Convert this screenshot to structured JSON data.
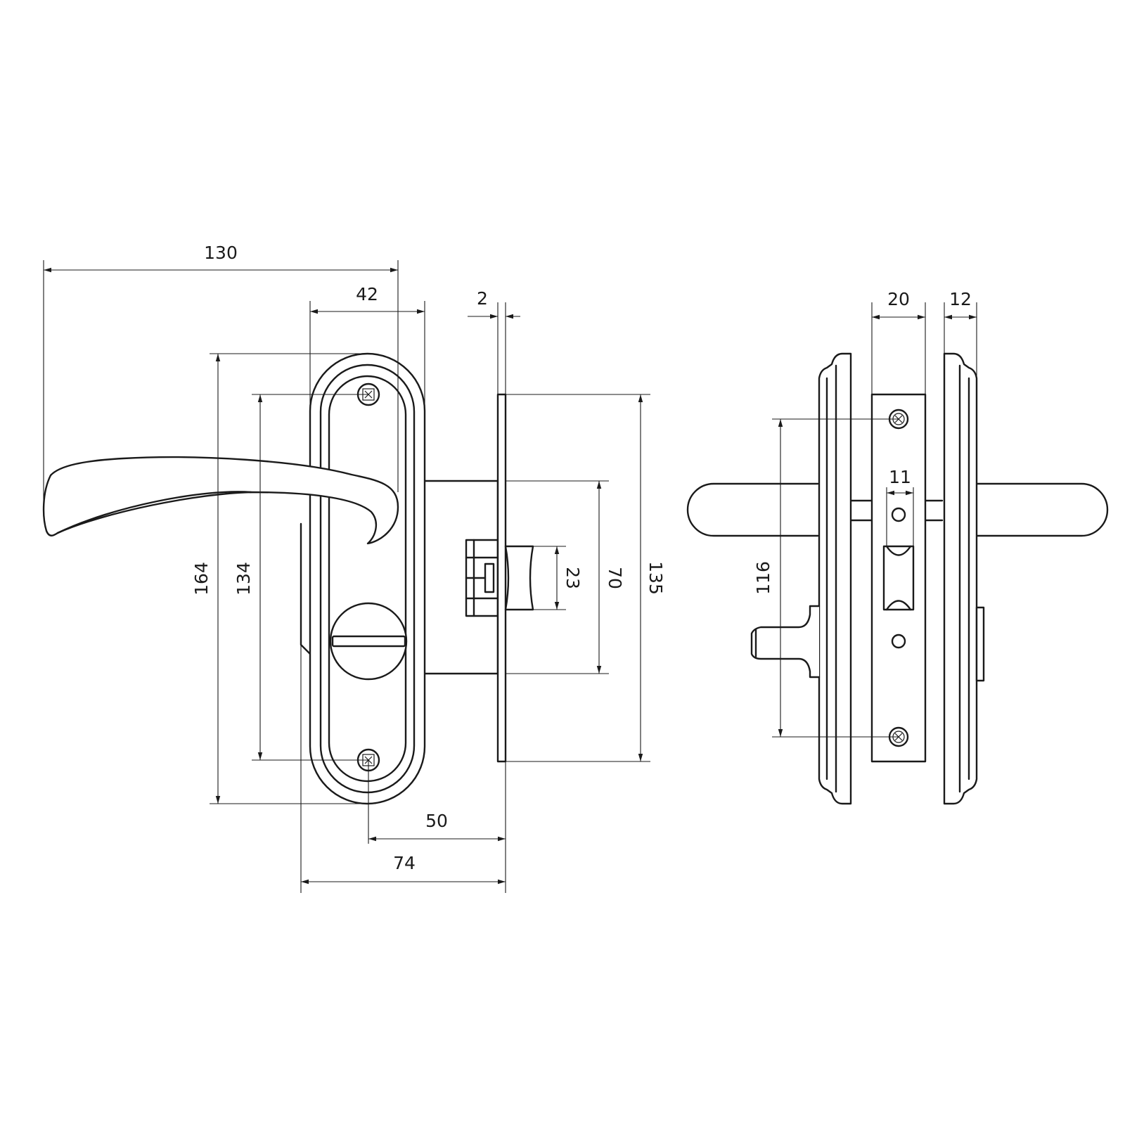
{
  "diagram": {
    "colors": {
      "line": "#1a1a1a",
      "background": "#ffffff"
    },
    "dimensions": {
      "handle_length": "130",
      "plate_width": "42",
      "faceplate_thickness": "2",
      "plate_height": "164",
      "screw_spacing_front": "134",
      "latch_height": "23",
      "lock_body_height": "70",
      "faceplate_height": "135",
      "backset": "50",
      "total_depth": "74",
      "side_plate_width": "20",
      "side_rosette_depth": "12",
      "spindle_size": "11",
      "screw_spacing_side": "116"
    }
  }
}
